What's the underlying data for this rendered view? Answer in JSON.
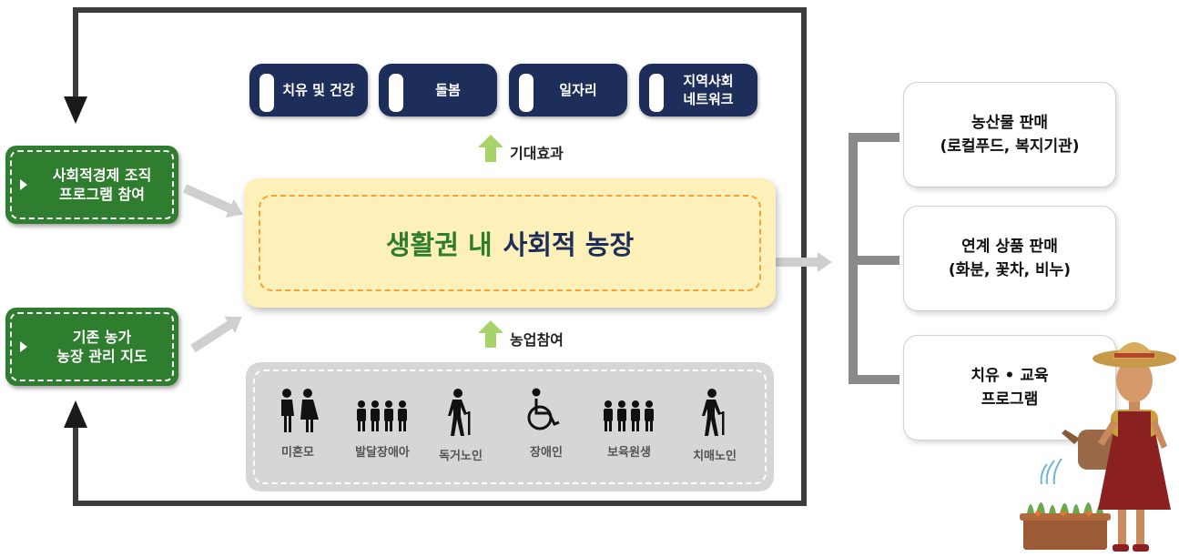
{
  "center": {
    "title_green": "생활권 내",
    "title_navy": "사회적 농장"
  },
  "effects": {
    "label": "기대효과",
    "items": [
      {
        "lines": [
          "치유 및 건강"
        ]
      },
      {
        "lines": [
          "돌봄"
        ]
      },
      {
        "lines": [
          "일자리"
        ]
      },
      {
        "lines": [
          "지역사회",
          "네트워크"
        ]
      }
    ]
  },
  "participation": {
    "label": "농업참여"
  },
  "left_boxes": [
    {
      "lines": [
        "사회적경제 조직",
        "프로그램 참여"
      ]
    },
    {
      "lines": [
        "기존 농가",
        "농장 관리 지도"
      ]
    }
  ],
  "participants": [
    {
      "label": "미혼모",
      "icon": "couple-icon"
    },
    {
      "label": "발달장애아",
      "icon": "children-group-icon"
    },
    {
      "label": "독거노인",
      "icon": "elderly-cane-icon"
    },
    {
      "label": "장애인",
      "icon": "wheelchair-icon"
    },
    {
      "label": "보육원생",
      "icon": "children-group-icon"
    },
    {
      "label": "치매노인",
      "icon": "elderly-cane-icon"
    }
  ],
  "outputs": [
    {
      "lines": [
        "농산물 판매",
        "(로컬푸드, 복지기관)"
      ]
    },
    {
      "lines": [
        "연계 상품 판매",
        "(화분, 꽃차, 비누)"
      ]
    },
    {
      "lines": [
        "치유 • 교육",
        "프로그램"
      ]
    }
  ],
  "colors": {
    "green": "#2f7d2f",
    "navy": "#1e2e5a",
    "center_fill": "#fdf0b8",
    "center_border": "#f3a23a",
    "arrow_lime": "#a7d36a",
    "gray": "#d6d6d6"
  }
}
